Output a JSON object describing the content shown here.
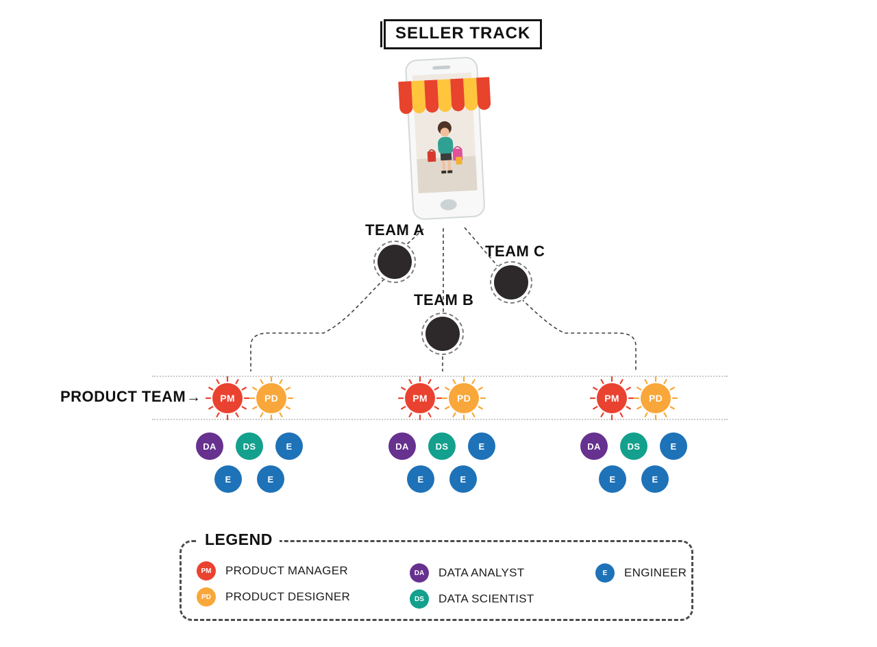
{
  "title": "SELLER TRACK",
  "product_team": {
    "label": "PRODUCT TEAM",
    "arrow": "→"
  },
  "teams": [
    {
      "label": "TEAM A"
    },
    {
      "label": "TEAM B"
    },
    {
      "label": "TEAM C"
    }
  ],
  "colors": {
    "team_node": "#2d292b",
    "connector": "#3f3f3f",
    "awning_red": "#e8432d",
    "awning_yellow": "#ffc53d"
  },
  "roles": {
    "pm": {
      "abbr": "PM",
      "color": "#ea4230"
    },
    "pd": {
      "abbr": "PD",
      "color": "#f9a73a"
    },
    "da": {
      "abbr": "DA",
      "color": "#67318f"
    },
    "ds": {
      "abbr": "DS",
      "color": "#13a08d"
    },
    "e": {
      "abbr": "E",
      "color": "#1e72b8"
    }
  },
  "legend": {
    "title": "LEGEND",
    "items": [
      {
        "abbr": "PM",
        "label": "PRODUCT MANAGER",
        "color": "#ea4230"
      },
      {
        "abbr": "PD",
        "label": "PRODUCT DESIGNER",
        "color": "#f9a73a"
      },
      {
        "abbr": "DA",
        "label": "DATA ANALYST",
        "color": "#67318f"
      },
      {
        "abbr": "DS",
        "label": "DATA SCIENTIST",
        "color": "#13a08d"
      },
      {
        "abbr": "E",
        "label": "ENGINEER",
        "color": "#1e72b8"
      }
    ]
  }
}
